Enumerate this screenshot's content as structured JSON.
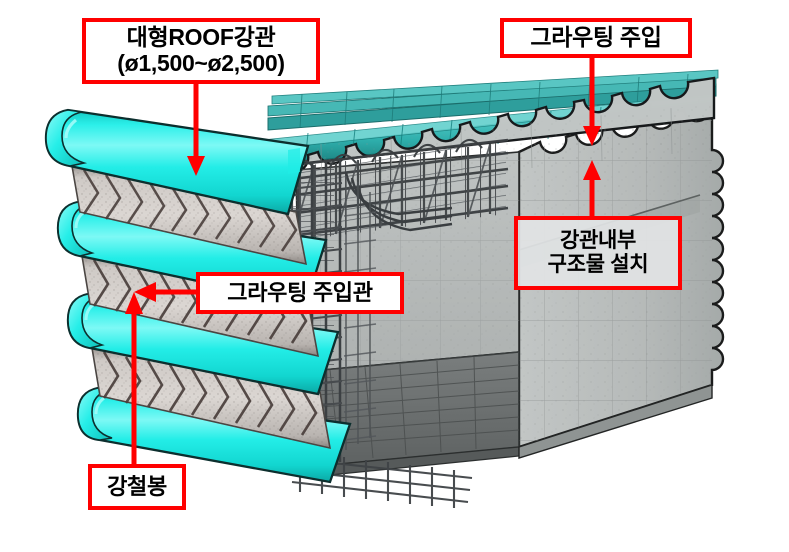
{
  "diagram": {
    "title_alt": "ROOF steel pipe tunnel construction cutaway",
    "background_color": "#FFFFFF",
    "callout_color": "#FF0000",
    "colors": {
      "pipe_cyan": "#1FEDE6",
      "pipe_cyan_light": "#6DF7F2",
      "pipe_cyan_dark": "#13C6C0",
      "roof_pipe_teal": "#2BA8A6",
      "roof_pipe_teal_light": "#56C9C6",
      "grout_gray": "#BDB8B4",
      "grout_gray_light": "#D6D2CE",
      "chevron_dark": "#4A3F3C",
      "concrete_light": "#C9CCCB",
      "concrete_mid": "#B3B7B6",
      "concrete_dark": "#9AA09F",
      "floor_slab": "#6F7373",
      "rebar_dark": "#46494A",
      "outline_black": "#111111"
    }
  },
  "labels": [
    {
      "id": "roof-pipe",
      "name": "대형ROOF강관",
      "lines": [
        "대형ROOF강관",
        "(ø1,500~ø2,500)"
      ],
      "style": "white",
      "arrow": "down"
    },
    {
      "id": "grout-injection",
      "name": "그라우팅 주입",
      "lines": [
        "그라우팅 주입"
      ],
      "style": "white",
      "arrow": "down"
    },
    {
      "id": "inner-structure",
      "name": "강관내부 구조물 설치",
      "lines": [
        "강관내부",
        "구조물 설치"
      ],
      "style": "translucent",
      "arrow": "up-and-down"
    },
    {
      "id": "grout-pipe",
      "name": "그라우팅 주입관",
      "lines": [
        "그라우팅 주입관"
      ],
      "style": "white",
      "arrow": "left"
    },
    {
      "id": "steel-rod",
      "name": "강철봉",
      "lines": [
        "강철봉"
      ],
      "style": "white",
      "arrow": "up"
    }
  ],
  "components": {
    "roof_pipes_count": 4,
    "grout_strips_count": 3,
    "roof_arch_count": 9,
    "pipe_diameter_range": "ø1,500~ø2,500"
  }
}
